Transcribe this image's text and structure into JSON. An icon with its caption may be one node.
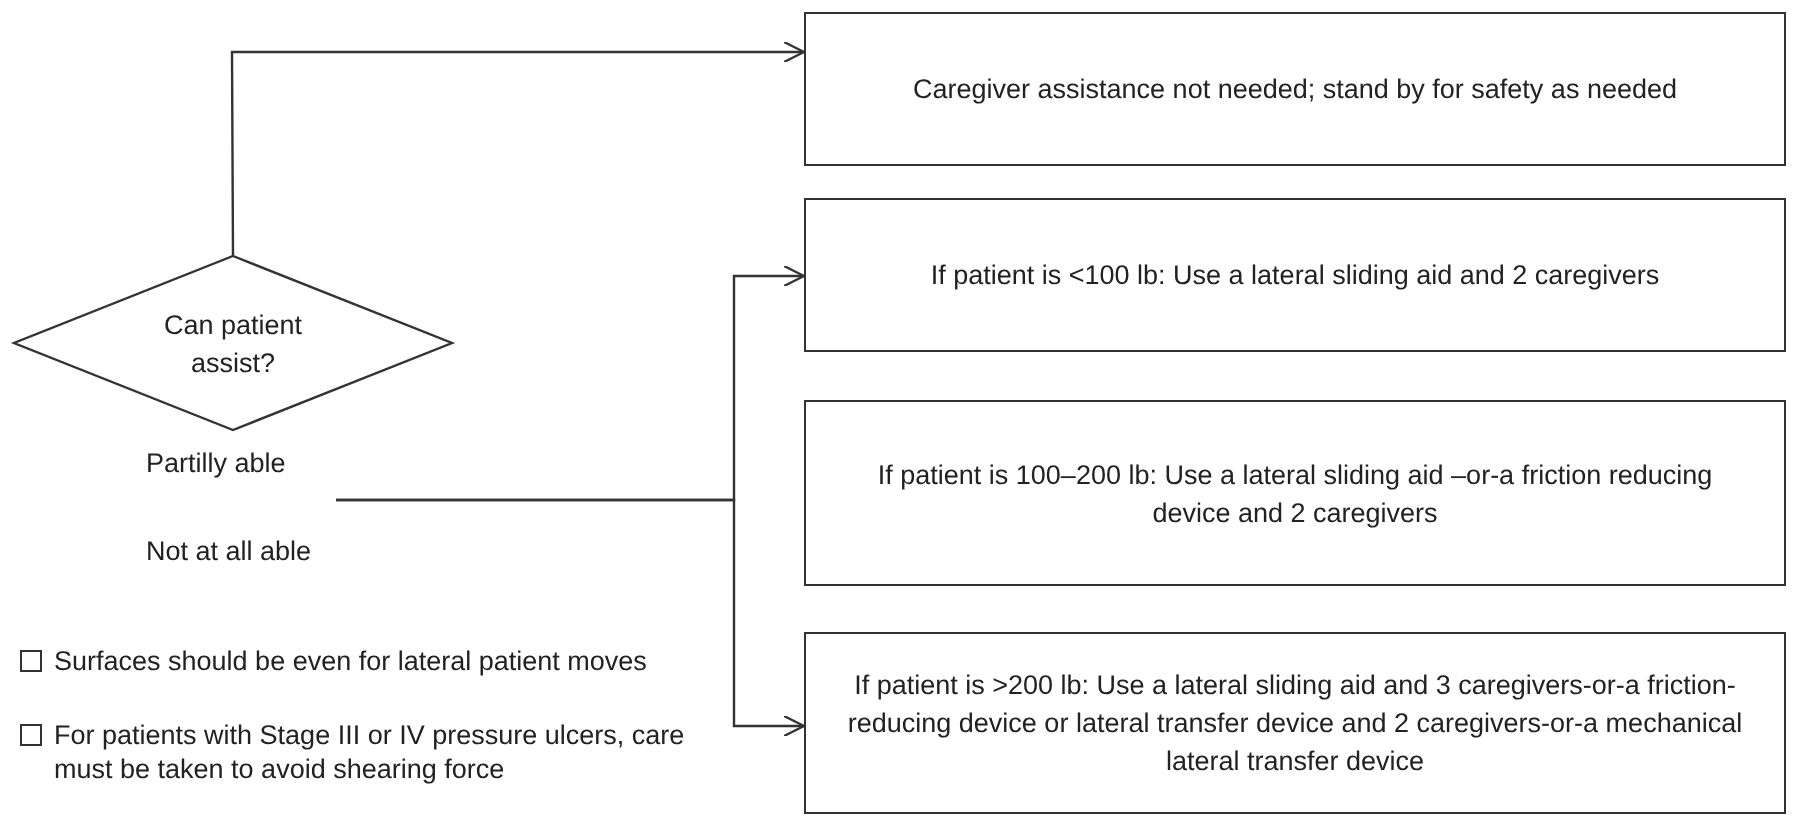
{
  "diagram": {
    "nodes": [
      {
        "text": [
          "Can patient assist?"
        ]
      },
      {
        "text": [
          "Caregiver assistance not needed; stand by for safety as needed"
        ]
      },
      {
        "text": [
          "If patient is <100 lb: Use a lateral sliding aid and 2 caregivers"
        ]
      },
      {
        "text": [
          "If patient is 100–200 lb: Use a lateral sliding aid –or-a friction reducing device and 2 caregivers"
        ]
      },
      {
        "text": [
          "If patient is >200 lb: Use a lateral sliding aid and 3 caregivers-or-a friction-reducing device or lateral transfer device and 2 caregivers-or-a mechanical lateral transfer device"
        ]
      }
    ],
    "edges": [
      {
        "from": 0,
        "to": 1,
        "arrow": "to"
      },
      {
        "from": null,
        "to": 2,
        "arrow": "to"
      },
      {
        "from": null,
        "to": 4,
        "arrow": "to"
      }
    ],
    "labels": [
      "Partilly able",
      "Not at all able",
      "Surfaces should be even for lateral patient moves",
      "For patients with Stage III or IV pressure ulcers, care must be taken to avoid shearing force"
    ]
  }
}
